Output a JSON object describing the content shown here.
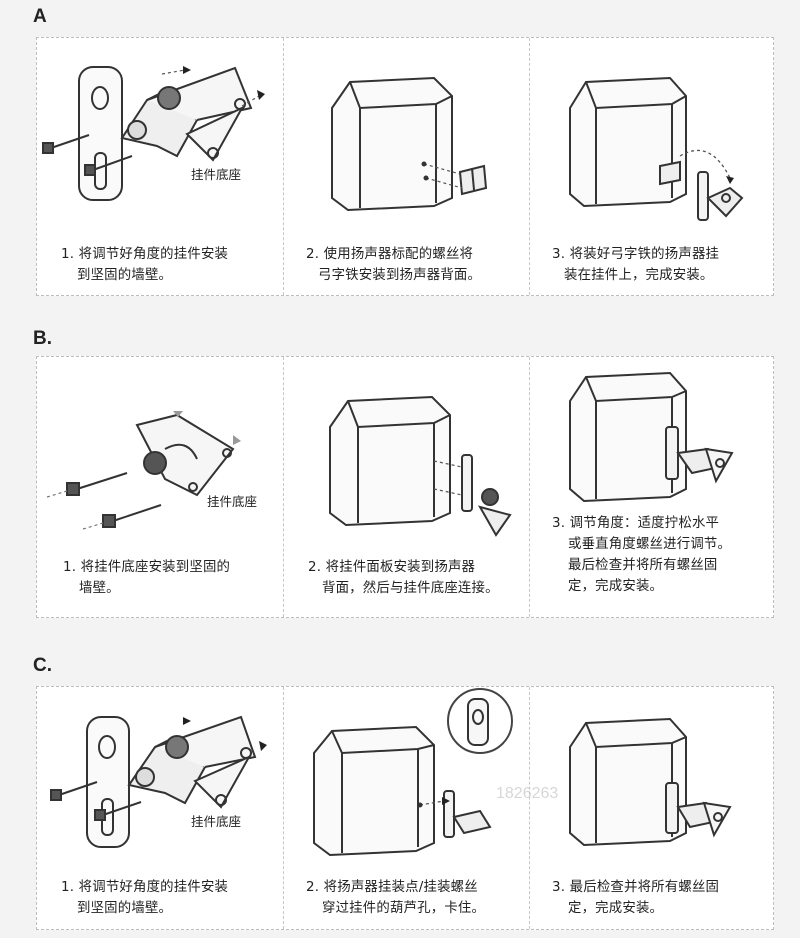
{
  "sections": [
    {
      "label": "A",
      "panels": [
        {
          "caption": [
            "1. 将调节好角度的挂件安装",
            "到坚固的墙壁。"
          ],
          "part_label": "挂件底座"
        },
        {
          "caption": [
            "2. 使用扬声器标配的螺丝将",
            "弓字铁安装到扬声器背面。"
          ]
        },
        {
          "caption": [
            "3. 将装好弓字铁的扬声器挂",
            "装在挂件上，完成安装。"
          ]
        }
      ]
    },
    {
      "label": "B.",
      "panels": [
        {
          "caption": [
            "1. 将挂件底座安装到坚固的",
            "墙壁。"
          ],
          "part_label": "挂件底座"
        },
        {
          "caption": [
            "2. 将挂件面板安装到扬声器",
            "背面，然后与挂件底座连接。"
          ]
        },
        {
          "caption": [
            "3. 调节角度：适度拧松水平",
            "或垂直角度螺丝进行调节。",
            "最后检查并将所有螺丝固",
            "定，完成安装。"
          ]
        }
      ]
    },
    {
      "label": "C.",
      "panels": [
        {
          "caption": [
            "1. 将调节好角度的挂件安装",
            "到坚固的墙壁。"
          ],
          "part_label": "挂件底座"
        },
        {
          "caption": [
            "2. 将扬声器挂装点/挂装螺丝",
            "穿过挂件的葫芦孔，卡住。"
          ],
          "watermark": "1826263"
        },
        {
          "caption": [
            "3. 最后检查并将所有螺丝固",
            "定，完成安装。"
          ]
        }
      ]
    }
  ]
}
